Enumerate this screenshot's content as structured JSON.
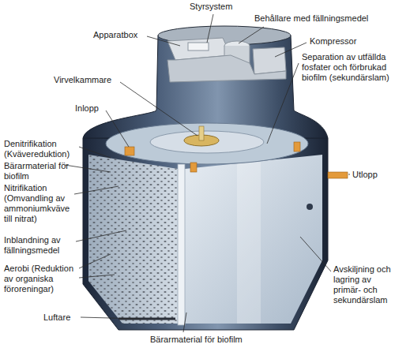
{
  "diagram": {
    "labels": [
      "Styrsystem",
      "Apparatbox",
      "Behållare med fällningsmedel",
      "Kompressor",
      "Virvelkammare",
      "Separation av utfällda fosfater och förbrukad biofilm (sekundärslam)",
      "Inlopp",
      "Denitrifikation (Kvävereduktion)",
      "Utlopp",
      "Bärarmaterial för biofilm",
      "Nitrifikation (Omvandling av ammoniumkväve till nitrat)",
      "Inblandning av fällningsmedel",
      "Aerobi (Reduktion av organiska föroreningar)",
      "Avskiljning och lagring av primär- och sekundärslam",
      "Luftare",
      "Bärarmaterial för biofilm"
    ]
  }
}
